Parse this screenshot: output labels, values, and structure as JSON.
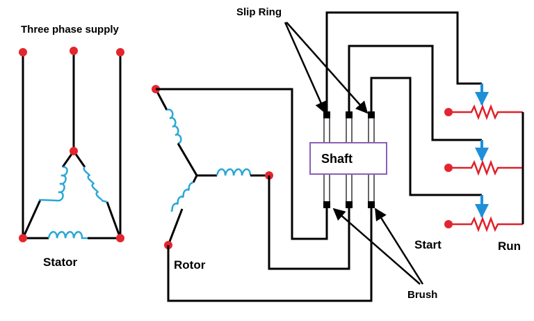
{
  "labels": {
    "three_phase_supply": "Three phase supply",
    "stator": "Stator",
    "rotor": "Rotor",
    "shaft": "Shaft",
    "slip_ring": "Slip Ring",
    "brush": "Brush",
    "start": "Start",
    "run": "Run"
  },
  "colors": {
    "terminal": "#e3262e",
    "coil": "#2aa7d6",
    "resistor": "#e0202a",
    "wiper": "#1e8fd8",
    "shaft_border": "#8a5fb5",
    "wire": "#000000"
  }
}
